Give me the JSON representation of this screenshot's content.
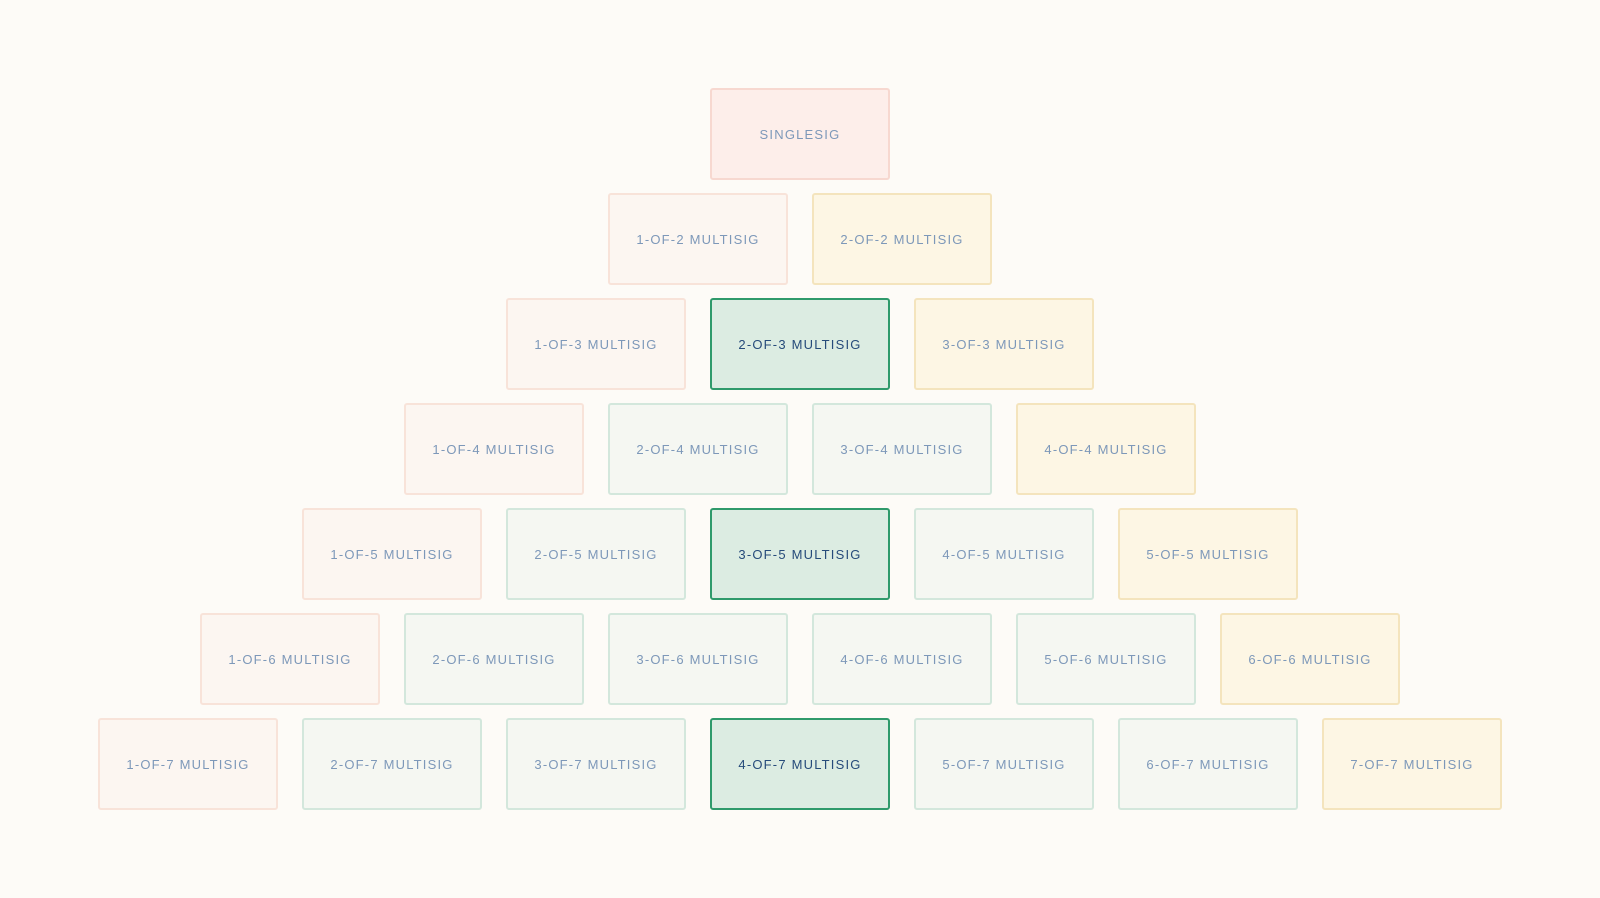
{
  "rows": [
    [
      {
        "label": "SINGLESIG",
        "kind": "single"
      }
    ],
    [
      {
        "label": "1-OF-2 MULTISIG",
        "kind": "weak"
      },
      {
        "label": "2-OF-2 MULTISIG",
        "kind": "full"
      }
    ],
    [
      {
        "label": "1-OF-3 MULTISIG",
        "kind": "weak"
      },
      {
        "label": "2-OF-3 MULTISIG",
        "kind": "sel"
      },
      {
        "label": "3-OF-3 MULTISIG",
        "kind": "full"
      }
    ],
    [
      {
        "label": "1-OF-4 MULTISIG",
        "kind": "weak"
      },
      {
        "label": "2-OF-4 MULTISIG",
        "kind": "mid"
      },
      {
        "label": "3-OF-4 MULTISIG",
        "kind": "mid"
      },
      {
        "label": "4-OF-4 MULTISIG",
        "kind": "full"
      }
    ],
    [
      {
        "label": "1-OF-5 MULTISIG",
        "kind": "weak"
      },
      {
        "label": "2-OF-5 MULTISIG",
        "kind": "mid"
      },
      {
        "label": "3-OF-5 MULTISIG",
        "kind": "sel"
      },
      {
        "label": "4-OF-5 MULTISIG",
        "kind": "mid"
      },
      {
        "label": "5-OF-5 MULTISIG",
        "kind": "full"
      }
    ],
    [
      {
        "label": "1-OF-6 MULTISIG",
        "kind": "weak"
      },
      {
        "label": "2-OF-6 MULTISIG",
        "kind": "mid"
      },
      {
        "label": "3-OF-6 MULTISIG",
        "kind": "mid"
      },
      {
        "label": "4-OF-6 MULTISIG",
        "kind": "mid"
      },
      {
        "label": "5-OF-6 MULTISIG",
        "kind": "mid"
      },
      {
        "label": "6-OF-6 MULTISIG",
        "kind": "full"
      }
    ],
    [
      {
        "label": "1-OF-7 MULTISIG",
        "kind": "weak"
      },
      {
        "label": "2-OF-7 MULTISIG",
        "kind": "mid"
      },
      {
        "label": "3-OF-7 MULTISIG",
        "kind": "mid"
      },
      {
        "label": "4-OF-7 MULTISIG",
        "kind": "sel"
      },
      {
        "label": "5-OF-7 MULTISIG",
        "kind": "mid"
      },
      {
        "label": "6-OF-7 MULTISIG",
        "kind": "mid"
      },
      {
        "label": "7-OF-7 MULTISIG",
        "kind": "full"
      }
    ]
  ]
}
